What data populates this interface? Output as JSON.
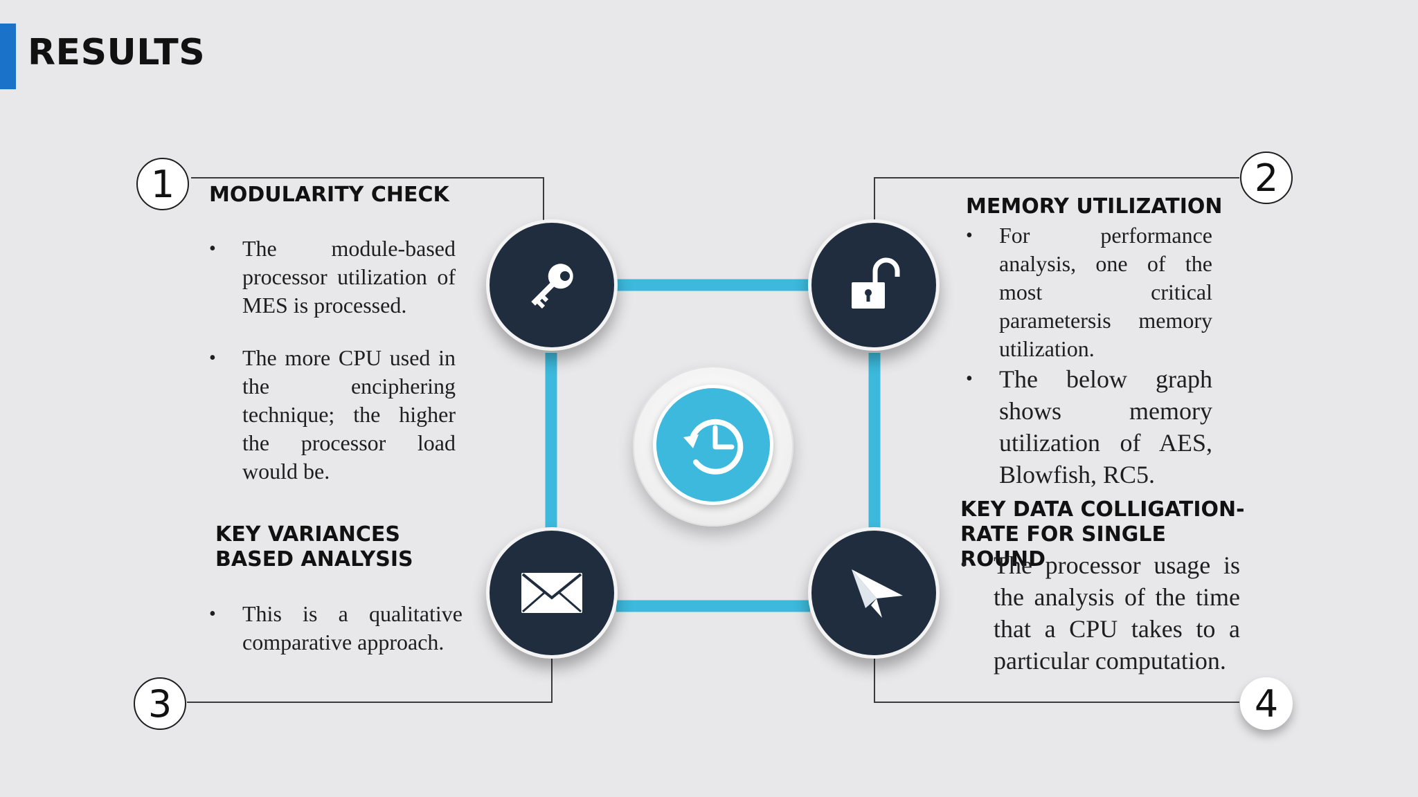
{
  "title": "RESULTS",
  "colors": {
    "accent": "#1a73c8",
    "node_fill": "#1f2d3f",
    "connector": "#3cb9dc",
    "center": "#3cb9dc"
  },
  "center": {
    "icon": "clock-history-icon"
  },
  "sections": [
    {
      "number": "1",
      "icon": "key-icon",
      "heading": "MODULARITY CHECK",
      "bullets": [
        "The module-based processor utilization of MES is processed.",
        "The more CPU used in the enciphering technique; the higher the processor load would be."
      ]
    },
    {
      "number": "2",
      "icon": "unlock-icon",
      "heading": "MEMORY UTILIZATION",
      "bullets": [
        "For performance analysis, one of the most critical parametersis memory utilization.",
        "The below graph shows memory utilization of AES, Blowfish, RC5."
      ]
    },
    {
      "number": "3",
      "icon": "envelope-icon",
      "heading": "KEY VARIANCES BASED ANALYSIS",
      "bullets": [
        "This is a qualitative comparative approach."
      ]
    },
    {
      "number": "4",
      "icon": "paper-plane-icon",
      "heading": "KEY DATA COLLIGATION-RATE FOR SINGLE ROUND",
      "bullets": [
        "The processor usage is the analysis of the time that a CPU takes to a particular computation."
      ]
    }
  ]
}
